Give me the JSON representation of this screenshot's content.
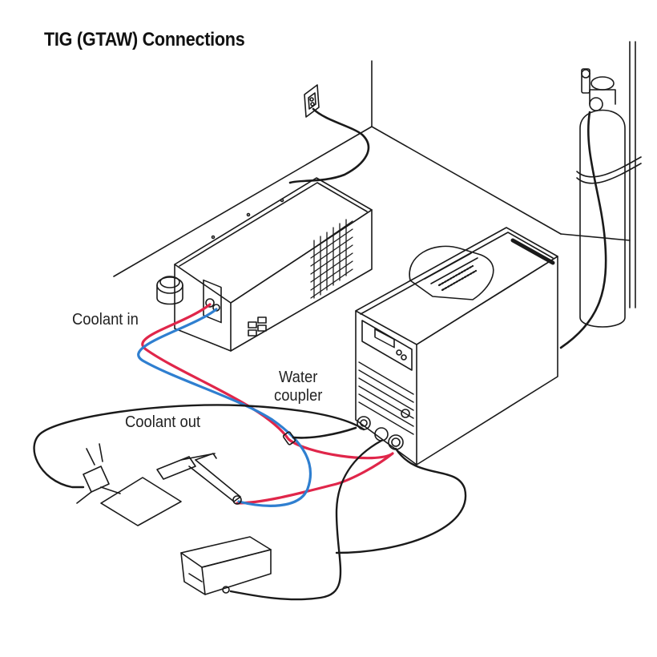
{
  "title": "TIG (GTAW) Connections",
  "labels": {
    "coolant_in": "Coolant in",
    "coolant_out": "Coolant out",
    "water_coupler_line1": "Water",
    "water_coupler_line2": "coupler"
  },
  "colors": {
    "line": "#1a1a1a",
    "coolant_in_hose": "#e0264a",
    "coolant_out_hose": "#2f7fd0",
    "background": "#ffffff"
  },
  "components": [
    "wall-outlet",
    "water-cooler",
    "welding-power-source",
    "gas-cylinder",
    "tig-torch",
    "work-clamp",
    "workpiece",
    "foot-control"
  ]
}
